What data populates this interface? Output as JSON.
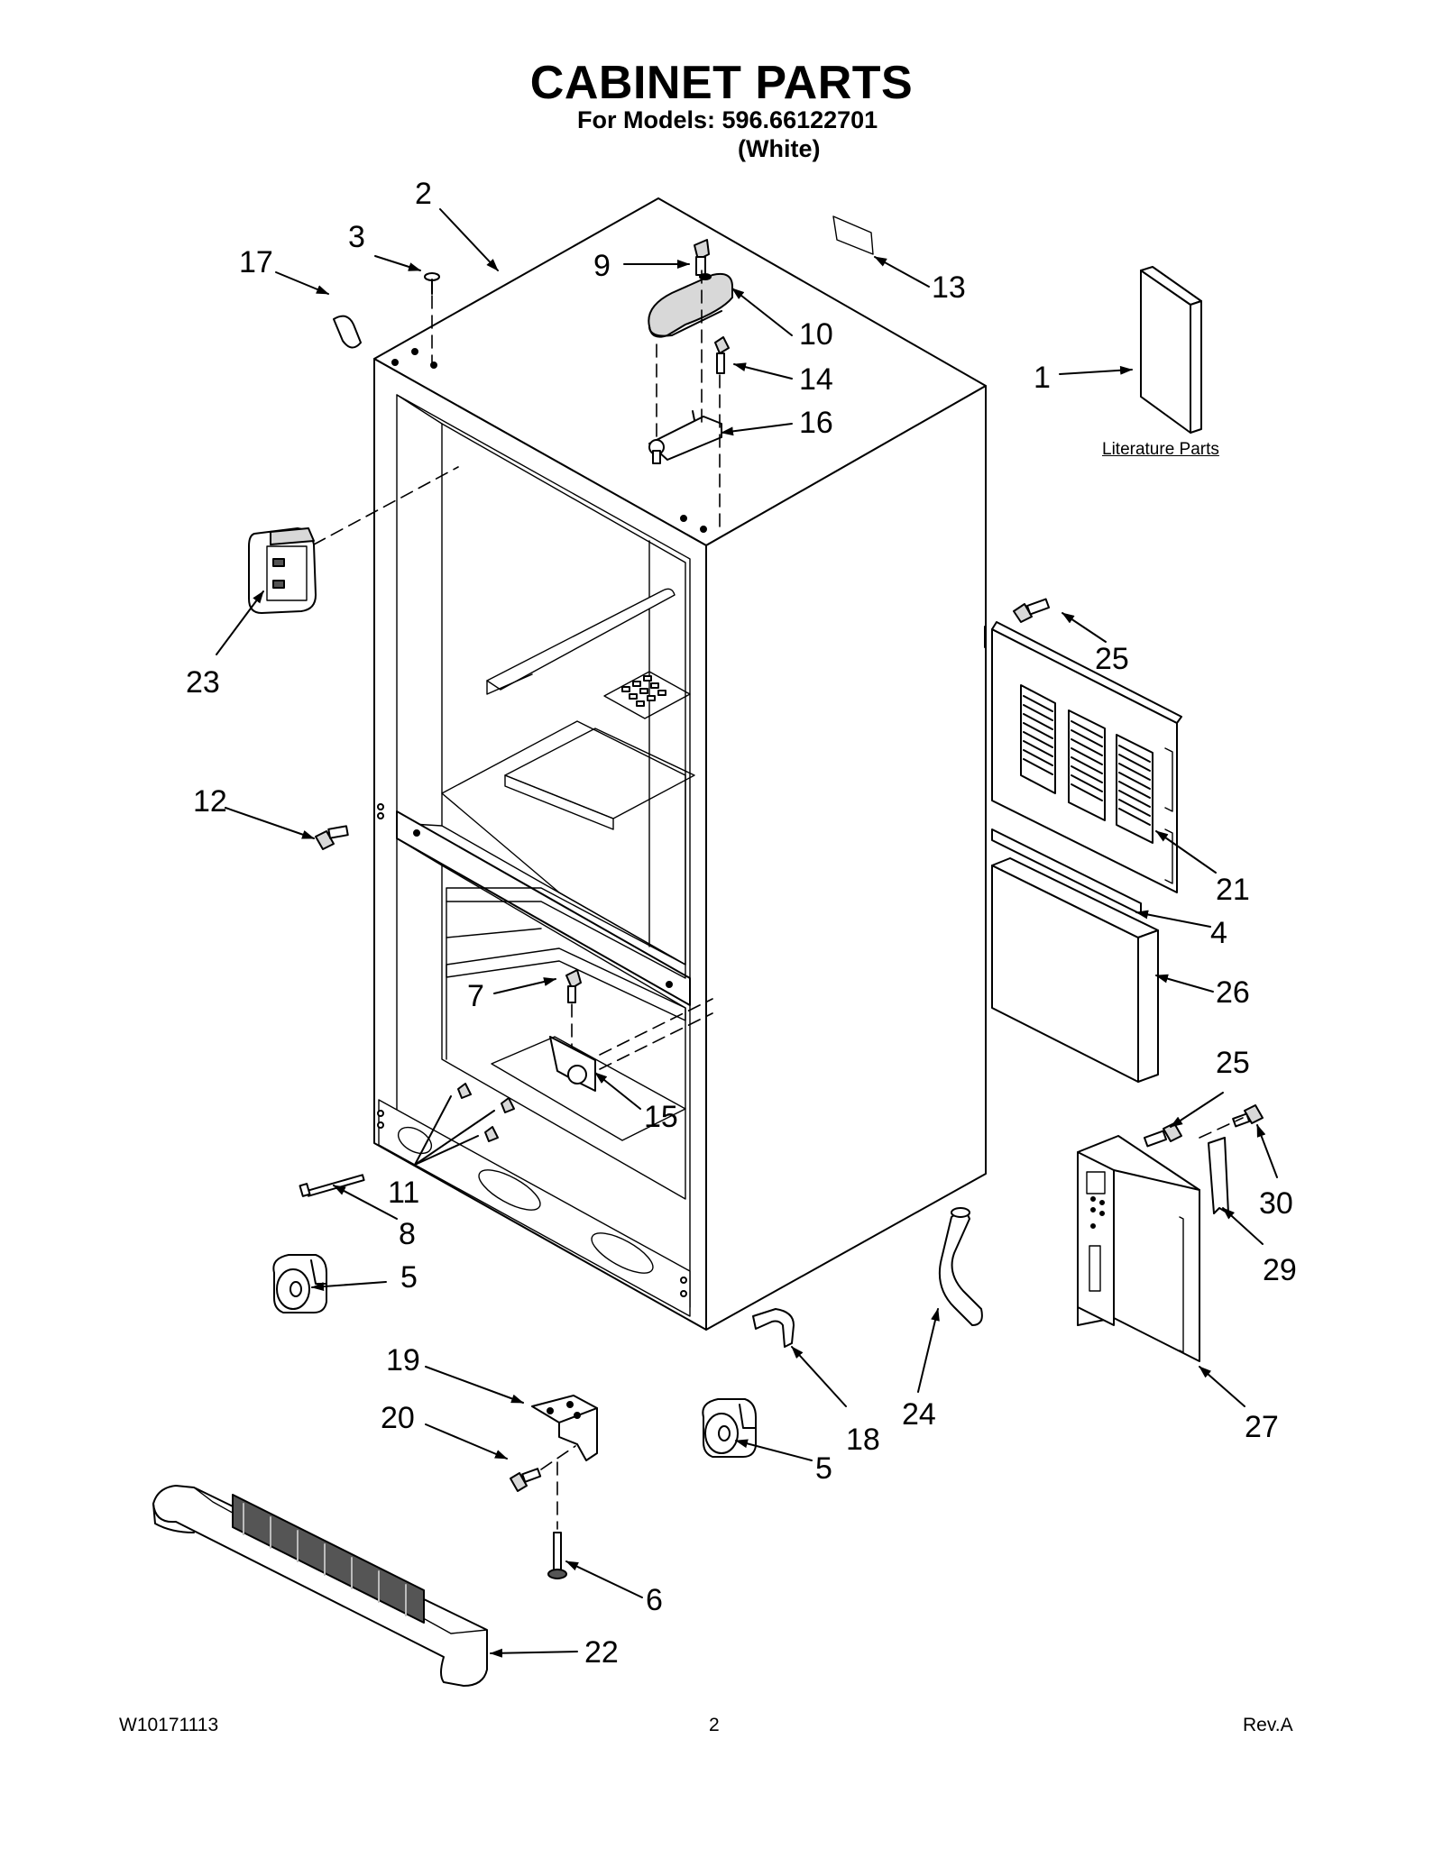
{
  "header": {
    "title": "CABINET PARTS",
    "models_line": "For Models: 596.66122701",
    "color_line": "(White)"
  },
  "callouts": {
    "c1": "1",
    "c2": "2",
    "c3": "3",
    "c4": "4",
    "c5a": "5",
    "c5b": "5",
    "c6": "6",
    "c7": "7",
    "c8": "8",
    "c9": "9",
    "c10": "10",
    "c11": "11",
    "c12": "12",
    "c13": "13",
    "c14": "14",
    "c15": "15",
    "c16": "16",
    "c17": "17",
    "c18": "18",
    "c19": "19",
    "c20": "20",
    "c21": "21",
    "c22": "22",
    "c23": "23",
    "c24": "24",
    "c25a": "25",
    "c25b": "25",
    "c26": "26",
    "c27": "27",
    "c29": "29",
    "c30": "30"
  },
  "literature": {
    "label": "Literature Parts"
  },
  "footer": {
    "doc_number": "W10171113",
    "page_number": "2",
    "revision": "Rev.A"
  }
}
